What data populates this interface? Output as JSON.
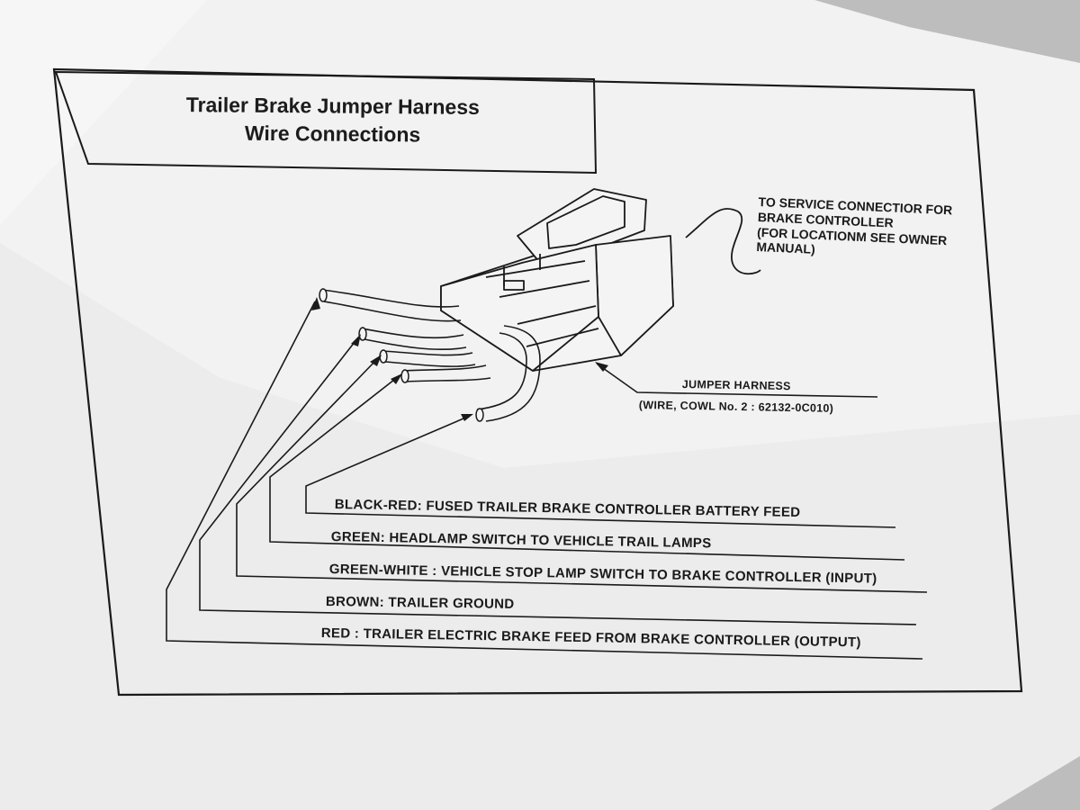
{
  "title": {
    "line1": "Trailer Brake Jumper Harness",
    "line2": "Wire Connections"
  },
  "service_note": {
    "line1": "TO SERVICE CONNECTIOR FOR",
    "line2": "BRAKE CONTROLLER",
    "line3": "(FOR LOCATIONM SEE OWNER",
    "line4": "MANUAL)"
  },
  "jumper_harness": {
    "label": "JUMPER HARNESS",
    "part": "(WIRE, COWL No. 2 : 62132-0C010)"
  },
  "wires": [
    {
      "label": "BLACK-RED: FUSED TRAILER BRAKE CONTROLLER BATTERY FEED"
    },
    {
      "label": "GREEN: HEADLAMP SWITCH TO VEHICLE TRAIL LAMPS"
    },
    {
      "label": "GREEN-WHITE : VEHICLE STOP LAMP SWITCH TO BRAKE CONTROLLER (INPUT)"
    },
    {
      "label": "BROWN: TRAILER GROUND"
    },
    {
      "label": "RED : TRAILER ELECTRIC BRAKE FEED FROM BRAKE CONTROLLER (OUTPUT)"
    }
  ],
  "colors": {
    "paper": "#f3f3f3",
    "ink": "#1a1a1a",
    "background": "#bcbcbc"
  }
}
